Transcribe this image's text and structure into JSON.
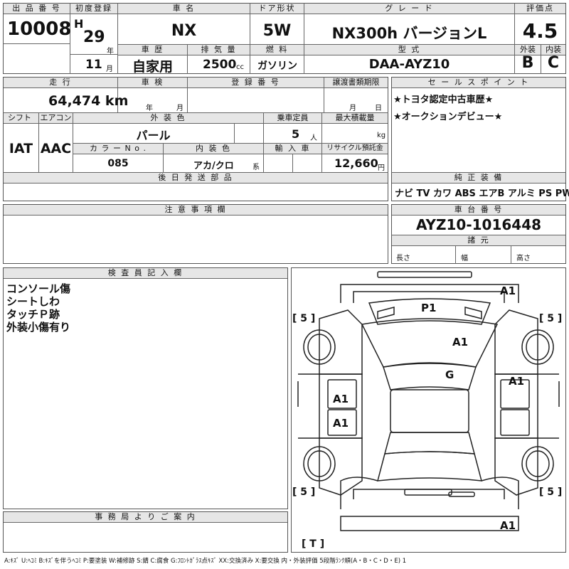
{
  "top": {
    "lot_no_label": "出 品 番 号",
    "lot_no": "10008",
    "first_reg_label": "初度登録",
    "era": "H",
    "year": "29",
    "year_unit": "年",
    "month": "11",
    "month_unit": "月",
    "car_name_label": "車 名",
    "car_name": "NX",
    "door_label": "ドア形状",
    "door": "5W",
    "grade_label": "グ レ ー ド",
    "grade": "NX300h バージョンL",
    "score_label": "評価点",
    "score": "4.5",
    "history_label": "車 歴",
    "history": "自家用",
    "displacement_label": "排 気 量",
    "displacement": "2500",
    "cc": "cc",
    "fuel_label": "燃 料",
    "fuel": "ガソリン",
    "model_label": "型 式",
    "model": "DAA-AYZ10",
    "exterior_label": "外装",
    "exterior": "B",
    "interior_label": "内装",
    "interior": "C"
  },
  "row2": {
    "mileage_label": "走 行",
    "mileage": "64,474 km",
    "inspection_label": "車 検",
    "year_unit": "年",
    "month_unit": "月",
    "reg_no_label": "登 録 番 号",
    "transfer_label": "譲渡書類期限",
    "t_month": "月",
    "t_day": "日",
    "sales_label": "セ ー ル ス ポ イ ン ト",
    "sales_points": [
      "★トヨタ認定中古車歴★",
      "★オークションデビュー★"
    ]
  },
  "row3": {
    "shift_label": "シフト",
    "shift": "IAT",
    "ac_label": "エアコン",
    "ac": "AAC",
    "ext_color_label": "外 装 色",
    "ext_color": "パール",
    "capacity_label": "乗車定員",
    "capacity": "5",
    "capacity_unit": "人",
    "max_load_label": "最大積載量",
    "max_load_unit": "kg",
    "color_no_label": "カ ラ ー N o .",
    "color_no": "085",
    "int_color_label": "内 装 色",
    "int_color": "アカ/クロ",
    "int_suffix": "系",
    "import_label": "輸 入 車",
    "recycle_label": "リサイクル預託金",
    "recycle": "12,660",
    "recycle_unit": "円",
    "later_label": "後 日 発 送 部 品",
    "equipment_label": "純 正 装 備",
    "equipment": [
      "ナビ",
      "TV",
      "カワ",
      "ABS",
      "エアB",
      "アルミ",
      "PS",
      "PW"
    ]
  },
  "notes": {
    "label": "注 意 事 項 欄"
  },
  "chassis": {
    "label": "車 台 番 号",
    "value": "AYZ10-1016448",
    "spec_label": "諸 元",
    "length": "長さ",
    "width": "幅",
    "height": "高さ"
  },
  "inspector": {
    "label": "検 査 員 記 入 欄",
    "lines": [
      "コンソール傷",
      "シートしわ",
      "タッチＰ跡",
      "外装小傷有り"
    ]
  },
  "office": {
    "label": "事 務 局 よ り ご 案 内"
  },
  "diagram": {
    "marks": {
      "a1_top": "A1",
      "p1": "P1",
      "a1_hood": "A1",
      "g": "G",
      "a1_right": "A1",
      "a1_left1": "A1",
      "a1_left2": "A1",
      "a1_bottom": "A1"
    },
    "tires": {
      "tl": "[ 5 ]",
      "tr": "[ 5 ]",
      "bl": "[ 5 ]",
      "br": "[ 5 ]",
      "spare": "[ T ]"
    }
  },
  "legend": "A:ｷｽﾞ U:ﾍｺﾐ B:ｷｽﾞを伴うﾍｺﾐ P:要塗装 W:補修跡 S:錆 C:腐食 G:ﾌﾛﾝﾄｶﾞﾗｽ点ｷｽﾞ XX:交換済み X:要交換 内・外装評価 5段階ﾗﾝｸ順(A・B・C・D・E) 1"
}
